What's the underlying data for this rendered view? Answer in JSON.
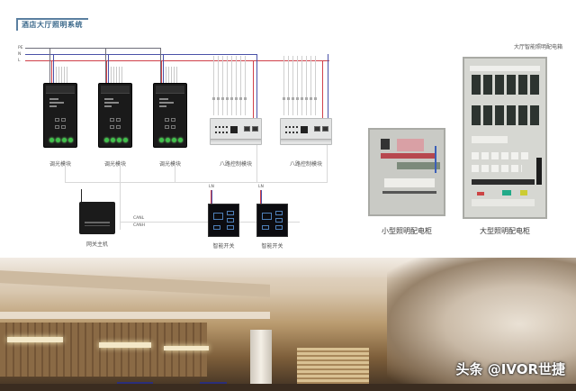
{
  "page": {
    "title": "酒店大厅照明系统"
  },
  "bus_lines": {
    "labels": [
      "PE",
      "N",
      "L"
    ],
    "colors": {
      "PE": "#6e6e7a",
      "N": "#4a52a8",
      "L": "#d0404a"
    }
  },
  "dimming_modules": [
    {
      "label": "调光模块"
    },
    {
      "label": "调光模块"
    },
    {
      "label": "调光模块"
    }
  ],
  "relay_modules": [
    {
      "label": "八路控制模块"
    },
    {
      "label": "八路控制模块"
    }
  ],
  "gateway": {
    "label": "网关主机"
  },
  "comm_bus": {
    "labels": [
      "CANL",
      "CANH"
    ]
  },
  "smart_switches": [
    {
      "label": "智能开关",
      "feed": "LN"
    },
    {
      "label": "智能开关",
      "feed": "LN"
    }
  ],
  "cabinets": {
    "section_title": "大厅智能照明配电箱",
    "small": {
      "label": "小型照明配电柜"
    },
    "large": {
      "label": "大型照明配电柜"
    }
  },
  "photo": {
    "description": "hotel-lobby-rendering",
    "watermark": "头条 @IVOR世捷"
  }
}
